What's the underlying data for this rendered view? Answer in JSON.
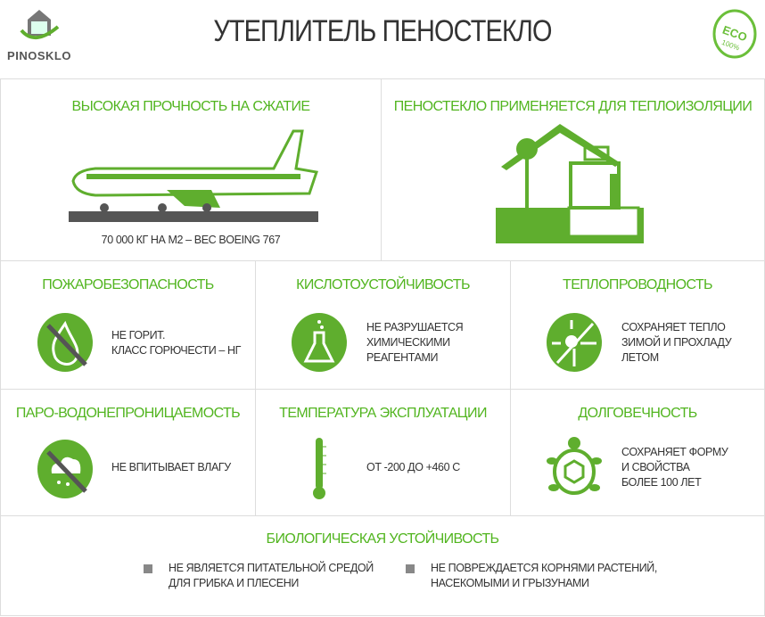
{
  "header": {
    "logo_text": "PINOSKLO",
    "title": "УТЕПЛИТЕЛЬ ПЕНОСТЕКЛО",
    "eco_badge": "ECO 100%"
  },
  "accent": "#52b520",
  "cells": {
    "strength": {
      "title": "ВЫСОКАЯ ПРОЧНОСТЬ НА СЖАТИЕ",
      "text": "70 000 КГ НА М2 – ВЕС BOEING 767",
      "icon": "airplane-icon"
    },
    "usage": {
      "title": "ПЕНОСТЕКЛО ПРИМЕНЯЕТСЯ ДЛЯ ТЕПЛОИЗОЛЯЦИИ",
      "icon": "house-icon"
    },
    "fire": {
      "title": "ПОЖАРОБЕЗОПАСНОСТЬ",
      "lines": [
        "НЕ ГОРИТ.",
        "КЛАСС ГОРЮЧЕСТИ – НГ"
      ],
      "icon": "no-fire-icon"
    },
    "acid": {
      "title": "КИСЛОТОУСТОЙЧИВОСТЬ",
      "lines": [
        "НЕ РАЗРУШАЕТСЯ",
        "ХИМИЧЕСКИМИ",
        "РЕАГЕНТАМИ"
      ],
      "icon": "flask-icon"
    },
    "thermal": {
      "title": "ТЕПЛОПРОВОДНОСТЬ",
      "lines": [
        "СОХРАНЯЕТ ТЕПЛО",
        "ЗИМОЙ И ПРОХЛАДУ",
        "ЛЕТОМ"
      ],
      "icon": "sun-snowflake-icon"
    },
    "vapor": {
      "title": "ПАРО-ВОДОНЕПРОНИЦАЕМОСТЬ",
      "lines": [
        "НЕ ВПИТЫВАЕТ ВЛАГУ"
      ],
      "icon": "no-rain-icon"
    },
    "temp": {
      "title": "ТЕМПЕРАТУРА ЭКСПЛУАТАЦИИ",
      "lines": [
        "ОТ -200 ДО +460 С"
      ],
      "icon": "thermometer-icon"
    },
    "durability": {
      "title": "ДОЛГОВЕЧНОСТЬ",
      "lines": [
        "СОХРАНЯЕТ ФОРМУ",
        "И СВОЙСТВА",
        "БОЛЕЕ 100 ЛЕТ"
      ],
      "icon": "turtle-icon"
    },
    "bio": {
      "title": "БИОЛОГИЧЕСКАЯ УСТОЙЧИВОСТЬ",
      "items": [
        [
          "НЕ ЯВЛЯЕТСЯ ПИТАТЕЛЬНОЙ СРЕДОЙ",
          "ДЛЯ ГРИБКА И ПЛЕСЕНИ"
        ],
        [
          "НЕ ПОВРЕЖДАЕТСЯ КОРНЯМИ РАСТЕНИЙ,",
          "НАСЕКОМЫМИ И ГРЫЗУНАМИ"
        ]
      ]
    }
  }
}
